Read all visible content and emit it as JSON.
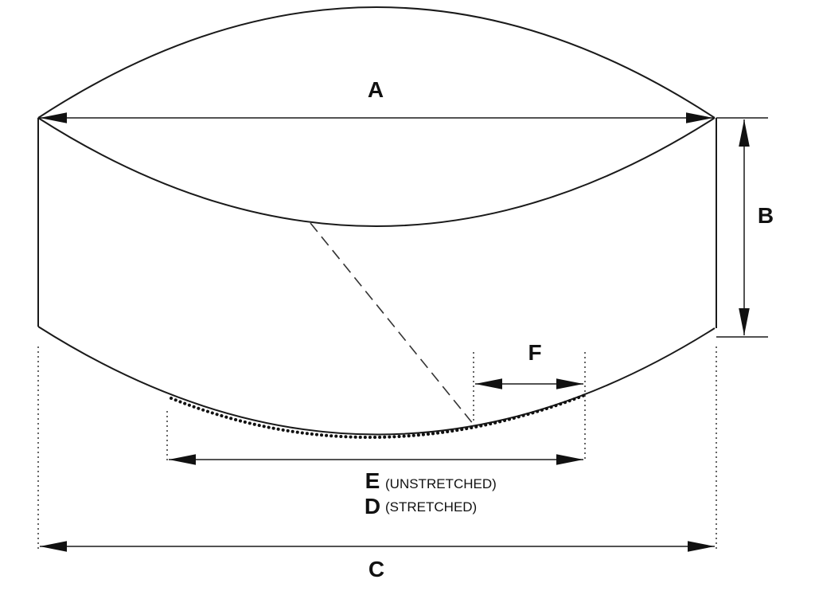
{
  "labels": {
    "a": "A",
    "b": "B",
    "c": "C",
    "d": "D",
    "e": "E",
    "f": "F",
    "e_note": "(UNSTRETCHED)",
    "d_note": "(STRETCHED)"
  }
}
